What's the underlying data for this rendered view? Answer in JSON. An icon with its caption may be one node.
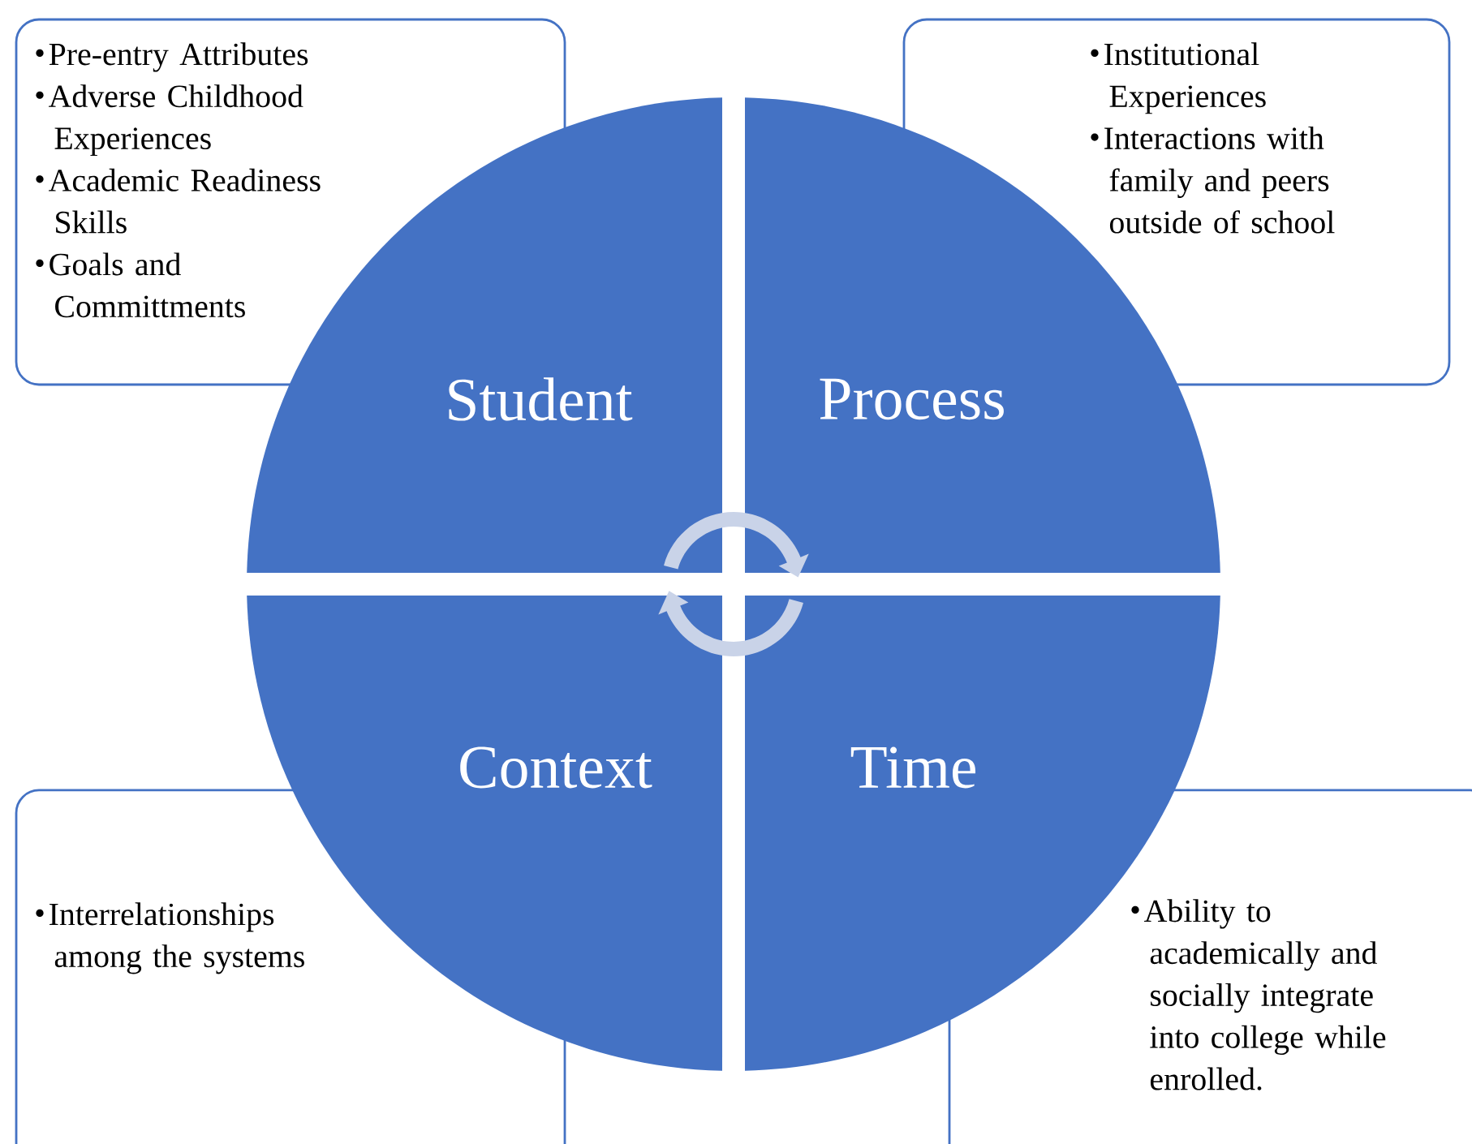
{
  "diagram": {
    "nodes": [
      {
        "text": [
          "Pre-entry Attributes",
          "Adverse Childhood Experiences",
          "Academic Readiness Skills",
          "Goals and Committments"
        ]
      },
      {
        "text": [
          "Institutional Experiences",
          "Interactions with family and peers outside of school"
        ]
      },
      {
        "text": [
          "Student"
        ]
      },
      {
        "text": [
          "Process"
        ]
      },
      {
        "text": [
          "Context"
        ]
      },
      {
        "text": [
          "Time"
        ]
      },
      {
        "text": [
          "Interrelationships among the systems"
        ]
      },
      {
        "text": [
          "Ability to academically and socially integrate into college while enrolled."
        ]
      }
    ],
    "edges": [
      {
        "from": 2,
        "to": 3,
        "arrow": "to"
      },
      {
        "from": 5,
        "to": 4,
        "arrow": "to"
      }
    ]
  }
}
